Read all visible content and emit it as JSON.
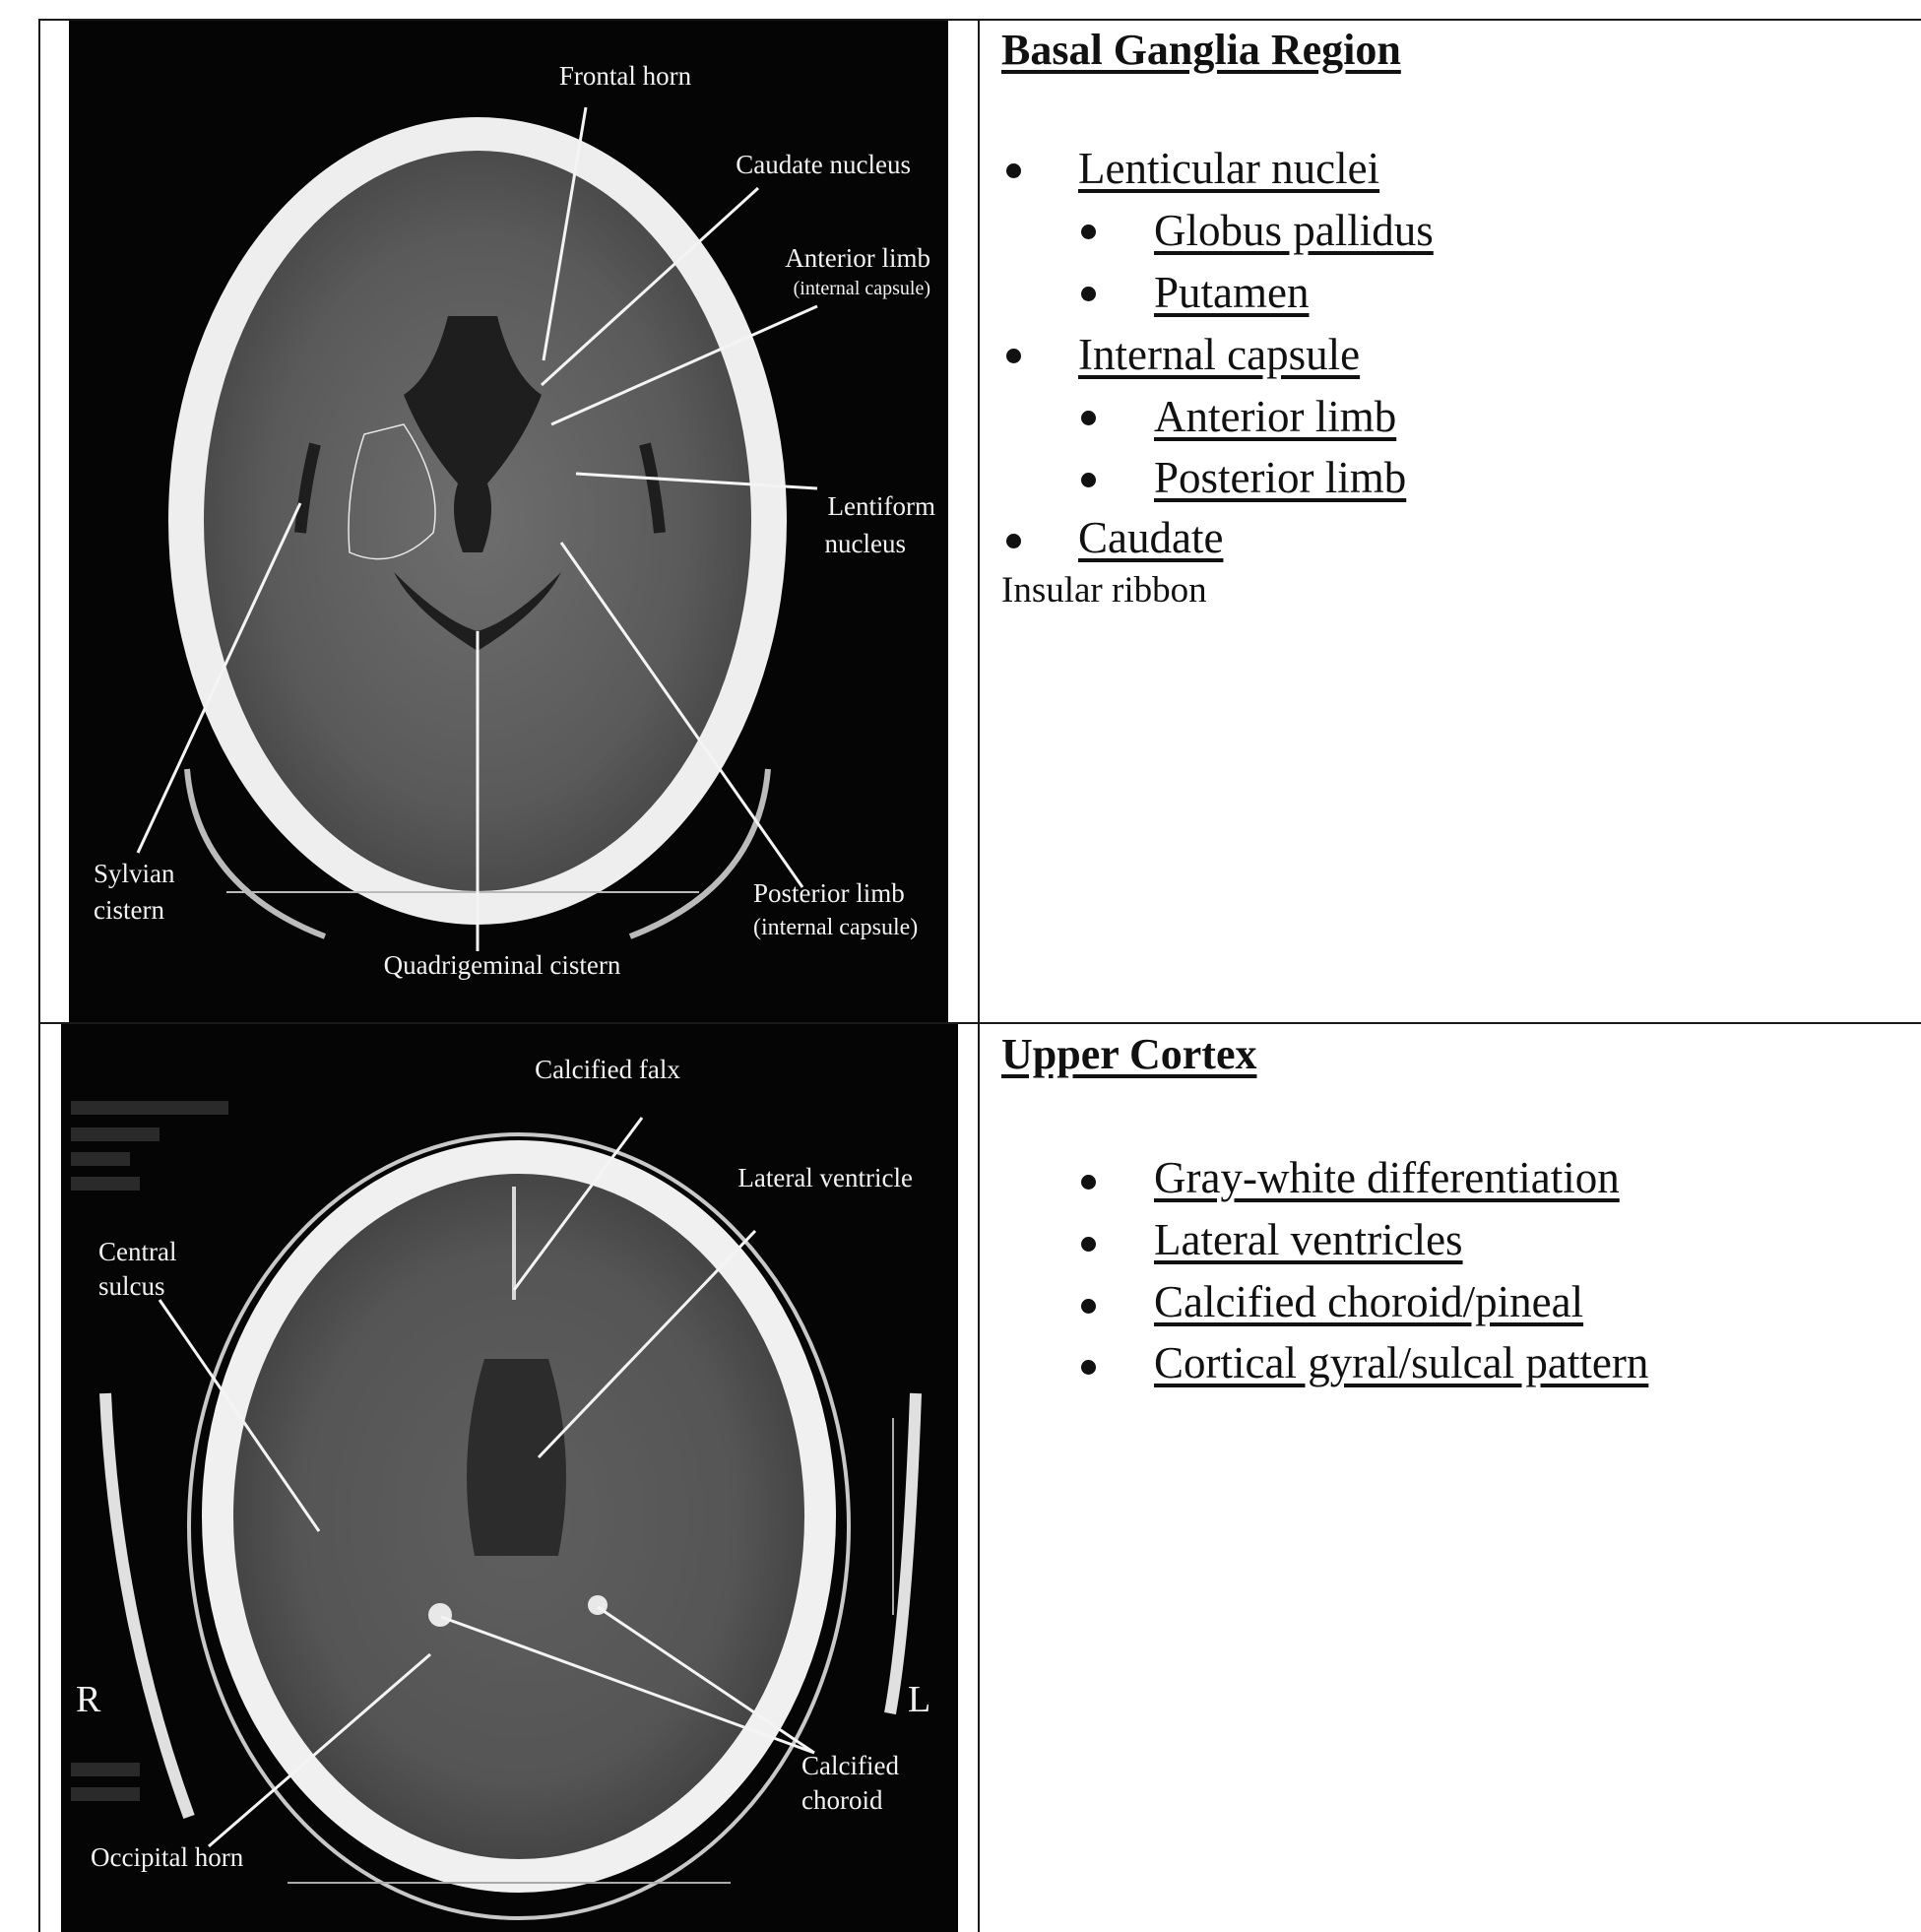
{
  "rows": [
    {
      "image_labels": {
        "frontal_horn": "Frontal horn",
        "caudate_nucleus": "Caudate nucleus",
        "anterior_limb": "Anterior limb",
        "anterior_limb_sub": "(internal capsule)",
        "lentiform_1": "Lentiform",
        "lentiform_2": "nucleus",
        "sylvian_1": "Sylvian",
        "sylvian_2": "cistern",
        "posterior_limb": "Posterior limb",
        "posterior_limb_sub": "(internal capsule)",
        "quadrigeminal": "Quadrigeminal cistern"
      },
      "title": "Basal Ganglia Region",
      "items": [
        {
          "label": "Lenticular nuclei",
          "level": 1
        },
        {
          "label": "Globus pallidus",
          "level": 2
        },
        {
          "label": "Putamen",
          "level": 2
        },
        {
          "label": "Internal capsule",
          "level": 1
        },
        {
          "label": "Anterior limb",
          "level": 2
        },
        {
          "label": "Posterior limb",
          "level": 2
        },
        {
          "label": "Caudate",
          "level": 1
        }
      ],
      "note": "Insular ribbon"
    },
    {
      "image_labels": {
        "calcified_falx": "Calcified falx",
        "lateral_ventricle": "Lateral ventricle",
        "central_1": "Central",
        "central_2": "sulcus",
        "calcified_choroid_1": "Calcified",
        "calcified_choroid_2": "choroid",
        "occipital_horn": "Occipital horn",
        "side_r": "R",
        "side_l": "L"
      },
      "title": "Upper Cortex",
      "items": [
        {
          "label": "Gray-white differentiation",
          "level": 2
        },
        {
          "label": "Lateral ventricles",
          "level": 2
        },
        {
          "label": "Calcified choroid/pineal",
          "level": 2
        },
        {
          "label": "Cortical gyral/sulcal pattern",
          "level": 2
        }
      ]
    }
  ]
}
